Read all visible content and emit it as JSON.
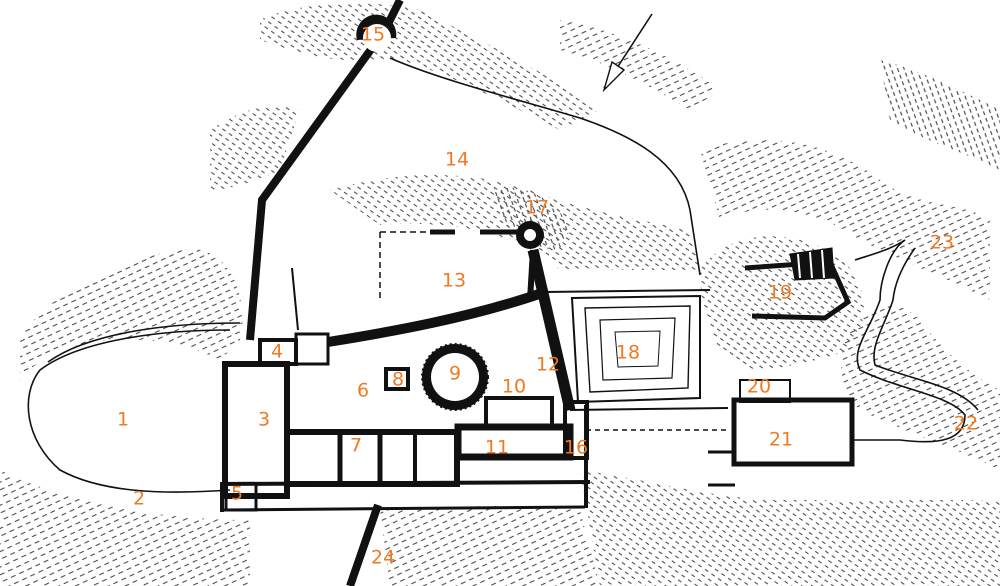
{
  "colors": {
    "ink": "#111111",
    "label": "#f07a22",
    "paper": "#ffffff"
  },
  "labels": {
    "l1": "1",
    "l2": "2",
    "l3": "3",
    "l4": "4",
    "l5": "5",
    "l6": "6",
    "l7": "7",
    "l8": "8",
    "l9": "9",
    "l10": "10",
    "l11": "11",
    "l12": "12",
    "l13": "13",
    "l14": "14",
    "l15": "15",
    "l16": "16",
    "l17": "17",
    "l18": "18",
    "l19": "19",
    "l20": "20",
    "l21": "21",
    "l22": "22",
    "l23": "23",
    "l24": "24"
  },
  "icons": {
    "north_arrow": "north-arrow-icon"
  }
}
